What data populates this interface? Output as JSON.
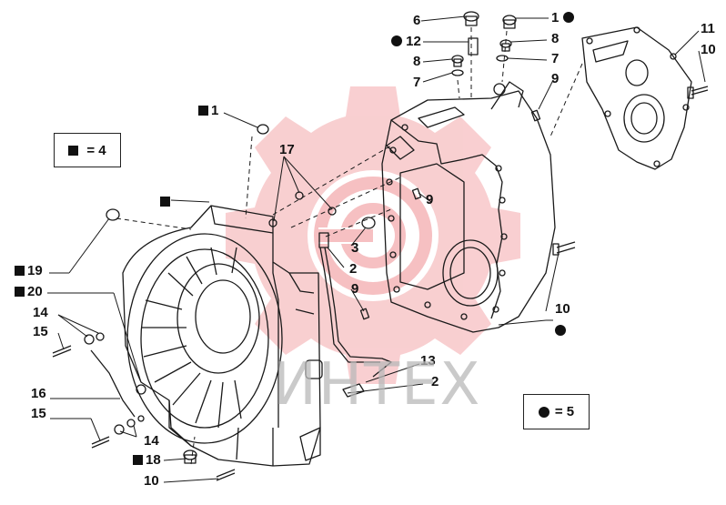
{
  "legend_square": {
    "symbol": "square",
    "text": "= 4"
  },
  "legend_dot": {
    "symbol": "dot",
    "text": "= 5"
  },
  "watermark": {
    "text": "ИНТЕХ",
    "color": "#e8303a"
  },
  "labels": {
    "l6": "6",
    "l1_top": "1",
    "l12": "12",
    "l8_left": "8",
    "l8_right": "8",
    "l7_left": "7",
    "l7_right": "7",
    "l9_top": "9",
    "l11": "11",
    "l10_top": "10",
    "l1_left": "1",
    "l17": "17",
    "l9_mid": "9",
    "l3": "3",
    "l2_mid": "2",
    "l9_low": "9",
    "l10_right": "10",
    "l19": "19",
    "l20": "20",
    "l14_top": "14",
    "l15_top": "15",
    "l13": "13",
    "l2_low": "2",
    "l16": "16",
    "l15_low": "15",
    "l14_low": "14",
    "l18": "18",
    "l10_low": "10"
  }
}
